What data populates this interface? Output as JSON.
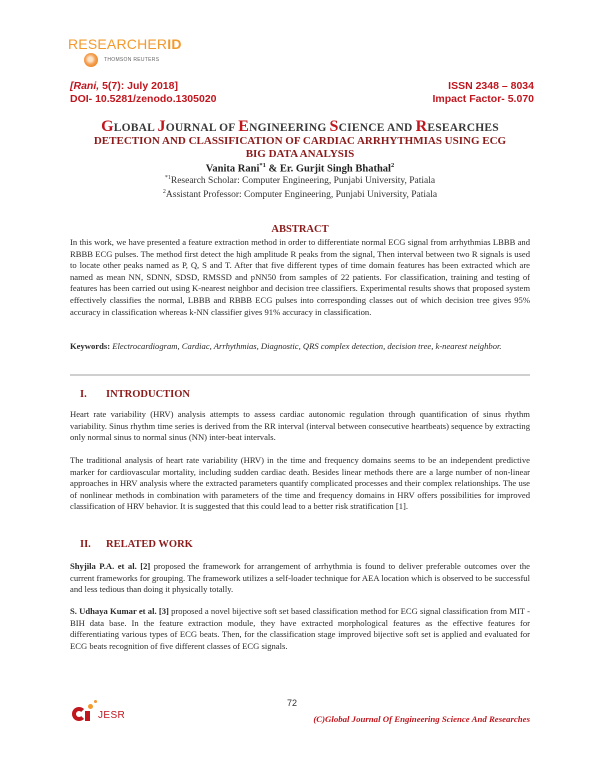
{
  "header": {
    "researcherid_prefix": "RESEARCHER",
    "researcherid_suffix": "ID",
    "thomson_reuters": "THOMSON REUTERS",
    "citation_author": "[Rani,",
    "citation_rest": " 5(7): July 2018]",
    "doi": "DOI- 10.5281/zenodo.1305020",
    "issn": "ISSN 2348 – 8034",
    "impact_factor": "Impact Factor- 5.070"
  },
  "journal": {
    "words": [
      {
        "cap": "G",
        "rest": "LOBAL "
      },
      {
        "cap": "J",
        "rest": "OURNAL OF "
      },
      {
        "cap": "E",
        "rest": "NGINEERING "
      },
      {
        "cap": "S",
        "rest": "CIENCE AND "
      },
      {
        "cap": "R",
        "rest": "ESEARCHES"
      }
    ]
  },
  "paper": {
    "title_line1": "DETECTION AND CLASSIFICATION OF CARDIAC ARRHYTHMIAS USING ECG",
    "title_line2": "BIG DATA ANALYSIS",
    "author1": "Vanita Rani",
    "author1_sup": "*1",
    "author_sep": " & Er. Gurjit Singh Bhathal",
    "author2_sup": "2",
    "aff1_sup": "*1",
    "aff1": "Research Scholar: Computer Engineering, Punjabi University, Patiala",
    "aff2_sup": "2",
    "aff2": "Assistant Professor: Computer Engineering, Punjabi University, Patiala"
  },
  "abstract": {
    "heading": "ABSTRACT",
    "text": "In this work, we have presented a feature extraction method in order to differentiate normal ECG signal from arrhythmias LBBB and RBBB ECG pulses. The method first detect the high amplitude R peaks from the signal, Then interval between two R signals is used to locate other peaks named as P, Q, S and T. After that five different types of time domain features has been extracted which are named as mean NN, SDNN, SDSD, RMSSD and pNN50 from samples of 22 patients. For classification, training and testing of features has been carried out using K-nearest neighbor and decision tree classifiers. Experimental results shows that proposed system effectively classifies the normal, LBBB and RBBB ECG pulses into corresponding classes out of which decision tree gives 95% accuracy in classification whereas k-NN classifier gives 91% accuracy in classification.",
    "keywords_label": "Keywords:",
    "keywords": " Electrocardiogram, Cardiac, Arrhythmias, Diagnostic, QRS complex detection, decision tree, k-nearest neighbor."
  },
  "sections": [
    {
      "num": "I.",
      "title": "INTRODUCTION",
      "paragraphs": [
        "Heart rate variability (HRV) analysis attempts to assess cardiac autonomic regulation through quantification of sinus rhythm variability. Sinus rhythm time series is derived from the RR interval (interval between consecutive heartbeats) sequence by extracting only normal sinus to normal sinus (NN) inter-beat intervals.",
        "The traditional analysis of heart rate variability (HRV) in the time and frequency domains seems to be an independent predictive marker for cardiovascular mortality, including sudden cardiac death. Besides linear methods there are a large number of non-linear approaches in HRV analysis where the extracted parameters quantify complicated processes and their complex relationships. The use of nonlinear methods in combination with parameters of the time and frequency domains in HRV offers possibilities for improved classification of HRV behavior. It is suggested that this could lead to a better risk stratification [1]."
      ]
    },
    {
      "num": "II.",
      "title": "RELATED WORK",
      "paragraphs": [
        {
          "lead": "Shyjila P.A. et al. [2]",
          "text": " proposed the framework for arrangement of arrhythmia is found to deliver preferable outcomes over the current frameworks for grouping. The framework utilizes a self-loader technique for AEA location which is observed to be successful and less tedious than doing it physically totally."
        },
        {
          "lead": "S. Udhaya Kumar et al. [3]",
          "text": " proposed a novel bijective soft set based classification method for ECG signal classification from MIT - BIH data base. In the feature extraction module, they have extracted morphological features as the effective features for differentiating various types of ECG beats. Then, for the classification stage improved bijective soft set is applied and evaluated for ECG beats recognition of five different classes of ECG signals."
        }
      ]
    }
  ],
  "footer": {
    "page_number": "72",
    "logo_text": "JESR",
    "copyright": "(C)Global Journal Of Engineering Science And Researches"
  }
}
